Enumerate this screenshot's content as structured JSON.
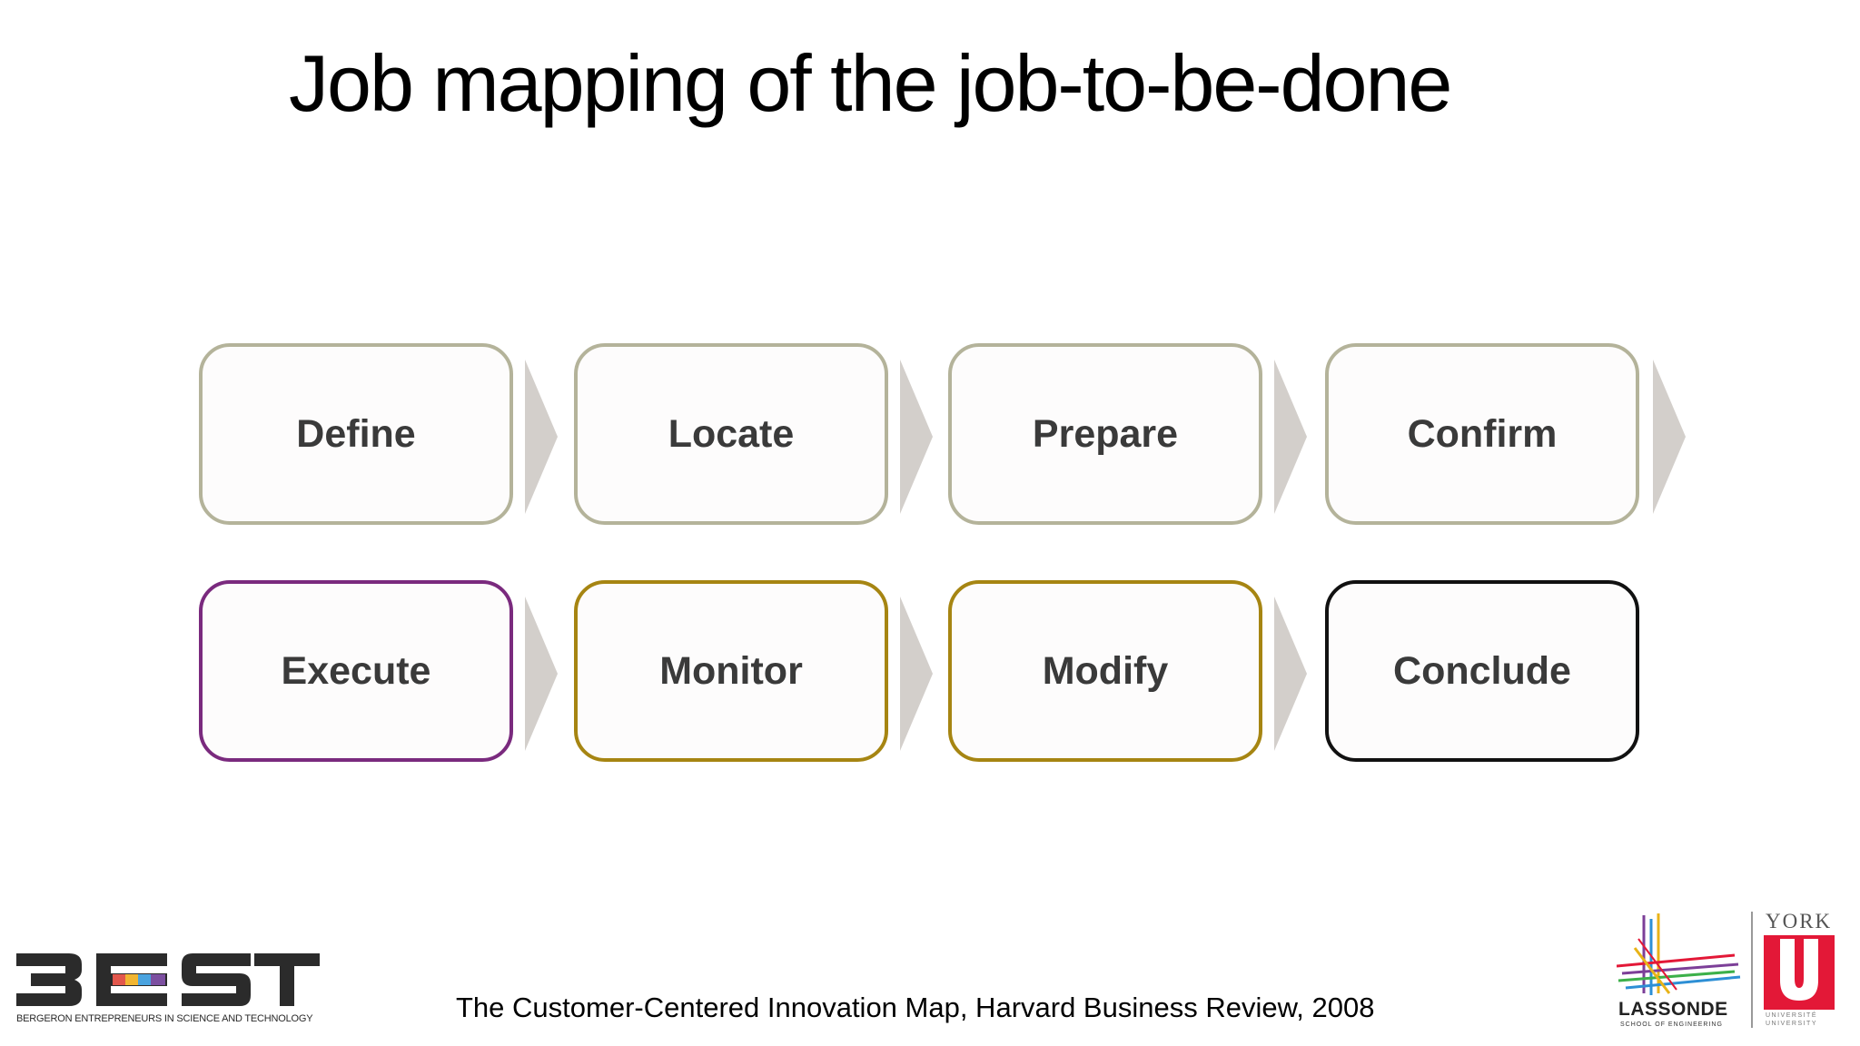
{
  "title": "Job mapping of the job-to-be-done",
  "steps": [
    {
      "label": "Define",
      "border": "#b4b39a"
    },
    {
      "label": "Locate",
      "border": "#b4b39a"
    },
    {
      "label": "Prepare",
      "border": "#b4b39a"
    },
    {
      "label": "Confirm",
      "border": "#b4b39a"
    },
    {
      "label": "Execute",
      "border": "#7a2a7e"
    },
    {
      "label": "Monitor",
      "border": "#a68512"
    },
    {
      "label": "Modify",
      "border": "#a68512"
    },
    {
      "label": "Conclude",
      "border": "#111111"
    }
  ],
  "citation": "The Customer-Centered Innovation Map,  Harvard Business Review, 2008",
  "logos": {
    "best": {
      "wordmark": "BEST",
      "subtitle": "BERGERON ENTREPRENEURS IN SCIENCE AND TECHNOLOGY"
    },
    "lassonde": {
      "name": "LASSONDE",
      "subtitle": "SCHOOL OF ENGINEERING"
    },
    "york": {
      "name": "YORK",
      "subtitle_1": "UNIVERSITÉ",
      "subtitle_2": "UNIVERSITY"
    }
  },
  "colors": {
    "arrow": "#d3cfcb",
    "step_text": "#3a3a3a",
    "york_red": "#e31837"
  }
}
